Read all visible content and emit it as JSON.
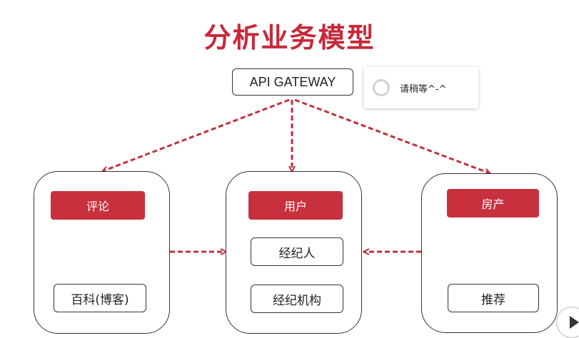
{
  "title": "分析业务模型",
  "gateway": {
    "label": "API GATEWAY"
  },
  "toast": {
    "text": "请稍等^-^"
  },
  "services": {
    "comment": {
      "header": "评论",
      "items": [
        "百科(博客)"
      ]
    },
    "user": {
      "header": "用户",
      "items": [
        "经纪人",
        "经纪机构"
      ]
    },
    "house": {
      "header": "房产",
      "items": [
        "推荐"
      ]
    }
  },
  "colors": {
    "accent": "#c8303e",
    "title": "#c8283a",
    "arrow": "#c0323e"
  },
  "icons": {
    "spinner": "loading-spinner-icon",
    "play": "play-icon"
  }
}
